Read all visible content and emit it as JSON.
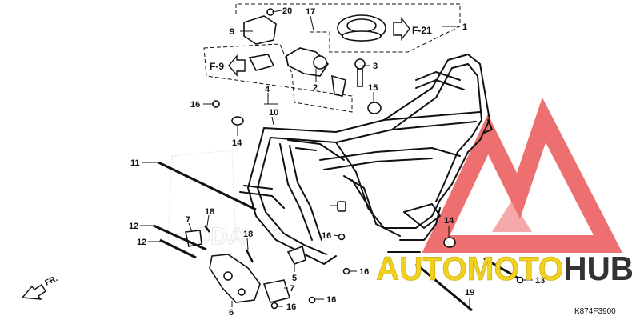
{
  "diagram_code": "K874F3900",
  "front_arrow": "FR.",
  "references": {
    "ref_f21": "F-21",
    "ref_f9": "F-9"
  },
  "callouts": {
    "c1": "1",
    "c2": "2",
    "c3": "3",
    "c4": "4",
    "c5": "5",
    "c6": "6",
    "c7a": "7",
    "c7b": "7",
    "c9": "9",
    "c10": "10",
    "c11": "11",
    "c12a": "12",
    "c12b": "12",
    "c13": "13",
    "c14a": "14",
    "c14b": "14",
    "c15": "15",
    "c16a": "16",
    "c16b": "16",
    "c16c": "16",
    "c16d": "16",
    "c16e": "16",
    "c17": "17",
    "c18a": "18",
    "c18b": "18",
    "c19": "19",
    "c20": "20"
  },
  "watermark": {
    "prefix": "AUTOMOTO",
    "suffix": "HUB",
    "color_prefix": "#f0d020",
    "color_suffix": "#333333",
    "logo_color": "#e84040"
  }
}
